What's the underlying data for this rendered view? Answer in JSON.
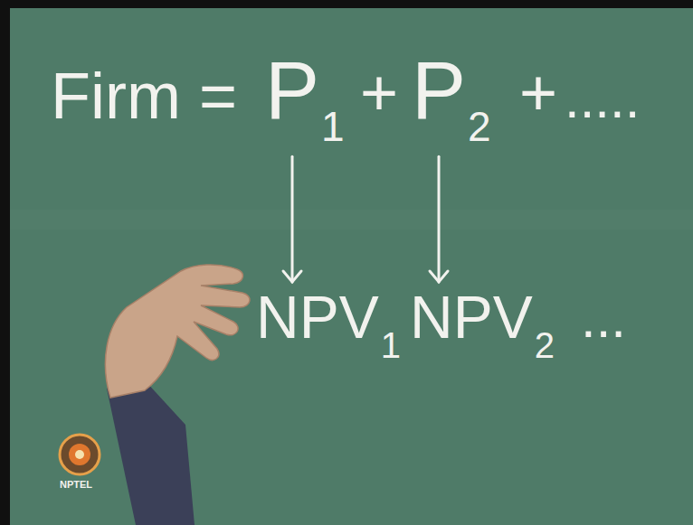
{
  "diagram": {
    "nodes": [
      {
        "text": [
          "P",
          "1"
        ]
      },
      {
        "text": [
          "P",
          "2"
        ]
      },
      {
        "text": [
          "NPV",
          "1"
        ]
      },
      {
        "text": [
          "NPV",
          "2"
        ]
      }
    ],
    "edges": [
      {
        "from": 0,
        "to": 2,
        "arrow": "to"
      },
      {
        "from": 1,
        "to": 3,
        "arrow": "to"
      }
    ],
    "labels": [
      "Firm =",
      "+",
      "+",
      ".....",
      "...",
      "NPTEL"
    ]
  }
}
